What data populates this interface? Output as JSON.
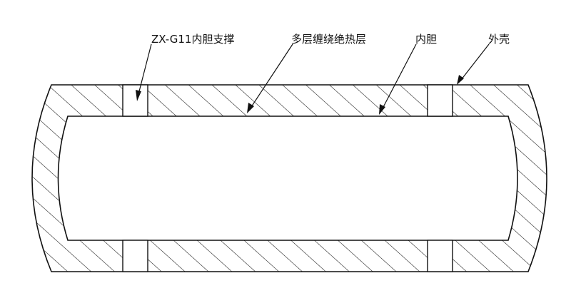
{
  "labels": {
    "support": "ZX-G11内胆支撑",
    "insulation": "多层缠绕绝热层",
    "inner_tank": "内胆",
    "outer_shell": "外壳"
  },
  "colors": {
    "line": "#111111",
    "background": "#ffffff"
  }
}
